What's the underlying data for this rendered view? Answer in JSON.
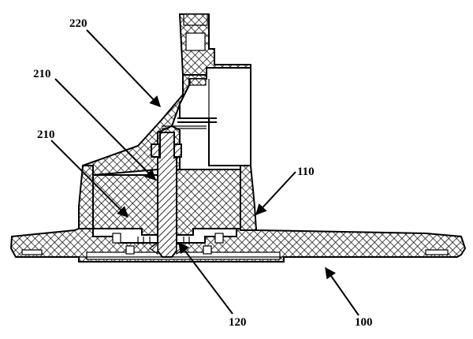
{
  "figure": {
    "reference_numerals": {
      "base_plate": "100",
      "boss": "110",
      "shaft": "120",
      "insert_upper": "210",
      "insert_lower": "210",
      "housing": "220"
    },
    "colors": {
      "ink": "#000000",
      "paper": "#ffffff"
    }
  }
}
